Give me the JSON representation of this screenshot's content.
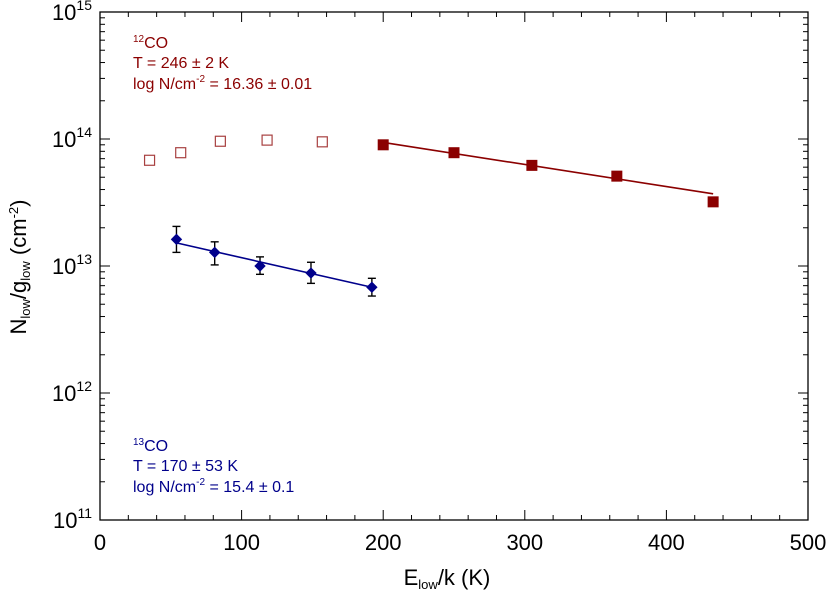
{
  "chart_data": {
    "type": "scatter",
    "xlabel": {
      "main": "E",
      "sub": "low",
      "rest": "/k (K)"
    },
    "ylabel": {
      "main": "N",
      "sub1": "low",
      "mid": "/g",
      "sub2": "low",
      "rest": " (cm",
      "sup": "-2",
      "end": ")"
    },
    "xlim": [
      0,
      500
    ],
    "ylim_log10": [
      11,
      15
    ],
    "y_scale": "log",
    "x_ticks": [
      0,
      100,
      200,
      300,
      400,
      500
    ],
    "x_tick_labels": [
      "0",
      "100",
      "200",
      "300",
      "400",
      "500"
    ],
    "y_tick_exponents": [
      11,
      12,
      13,
      14,
      15
    ],
    "y_tick_base": "10",
    "colors": {
      "co12": "#8b0000",
      "co13": "#00008b",
      "errorbar": "#000000",
      "axis": "#000000"
    },
    "series": [
      {
        "key": "co12_open",
        "marker": "open-square",
        "color": "#a84040",
        "points": [
          {
            "x": 35,
            "y": 68000000000000.0
          },
          {
            "x": 57,
            "y": 78000000000000.0
          },
          {
            "x": 85,
            "y": 96000000000000.0
          },
          {
            "x": 118,
            "y": 98000000000000.0
          },
          {
            "x": 157,
            "y": 95000000000000.0
          }
        ]
      },
      {
        "key": "co12",
        "marker": "filled-square",
        "color": "#8b0000",
        "points": [
          {
            "x": 200,
            "y": 90000000000000.0
          },
          {
            "x": 250,
            "y": 78000000000000.0
          },
          {
            "x": 305,
            "y": 62000000000000.0
          },
          {
            "x": 365,
            "y": 51000000000000.0
          },
          {
            "x": 433,
            "y": 32000000000000.0
          }
        ],
        "fit": {
          "x": [
            200,
            433
          ],
          "y": [
            94000000000000.0,
            37000000000000.0
          ]
        }
      },
      {
        "key": "co13",
        "marker": "filled-diamond",
        "color": "#00008b",
        "points": [
          {
            "x": 54,
            "y": 16200000000000.0,
            "ylo": 12800000000000.0,
            "yhi": 20500000000000.0
          },
          {
            "x": 81,
            "y": 12800000000000.0,
            "ylo": 10200000000000.0,
            "yhi": 15500000000000.0
          },
          {
            "x": 113,
            "y": 10000000000000.0,
            "ylo": 8600000000000.0,
            "yhi": 11800000000000.0
          },
          {
            "x": 149,
            "y": 8800000000000.0,
            "ylo": 7300000000000.0,
            "yhi": 10700000000000.0
          },
          {
            "x": 192,
            "y": 6800000000000.0,
            "ylo": 5800000000000.0,
            "yhi": 8000000000000.0
          }
        ],
        "fit": {
          "x": [
            54,
            192
          ],
          "y": [
            15200000000000.0,
            6800000000000.0
          ]
        }
      }
    ],
    "annotations": {
      "co12": {
        "iso": "12",
        "species": "CO",
        "line2": "T = 246 ± 2 K",
        "line3_pre": "log N/cm",
        "line3_sup": "-2",
        "line3_post": " = 16.36 ± 0.01"
      },
      "co13": {
        "iso": "13",
        "species": "CO",
        "line2": "T = 170 ± 53 K",
        "line3_pre": "log N/cm",
        "line3_sup": "-2",
        "line3_post": " = 15.4 ± 0.1"
      }
    }
  }
}
